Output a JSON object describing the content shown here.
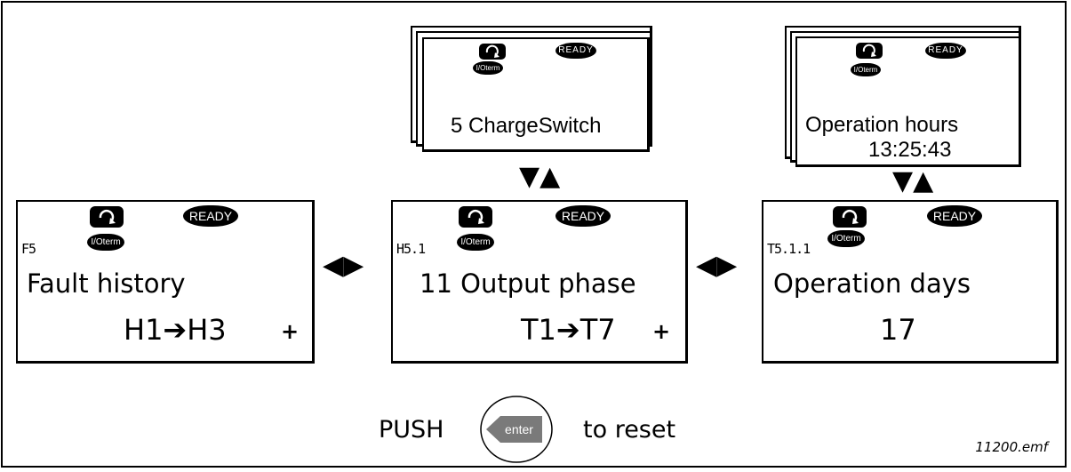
{
  "badges": {
    "io": "I/Oterm",
    "ready": "READY",
    "ready_small": "READY"
  },
  "boxes": [
    {
      "code": "F5",
      "line1": "Fault history",
      "line2": "H1➔H3",
      "plus": "+"
    },
    {
      "code": "H5.1",
      "line1": "11 Output phase",
      "line2": "T1➔T7",
      "plus": "+"
    },
    {
      "code": "T5.1.1",
      "line1": "Operation days",
      "line2": "17"
    }
  ],
  "subs": [
    {
      "line1": "5 ChargeSwitch"
    },
    {
      "line1": "Operation hours",
      "line2": "13:25:43"
    }
  ],
  "arrows": {
    "lr": "◀▶",
    "ud": "▼▲"
  },
  "push": {
    "before": "PUSH",
    "button": "enter",
    "after": "to reset"
  },
  "filename": "11200.emf",
  "icons": [
    "rotate-icon",
    "left-right-arrow-icon",
    "down-up-arrow-icon",
    "enter-button-icon"
  ]
}
